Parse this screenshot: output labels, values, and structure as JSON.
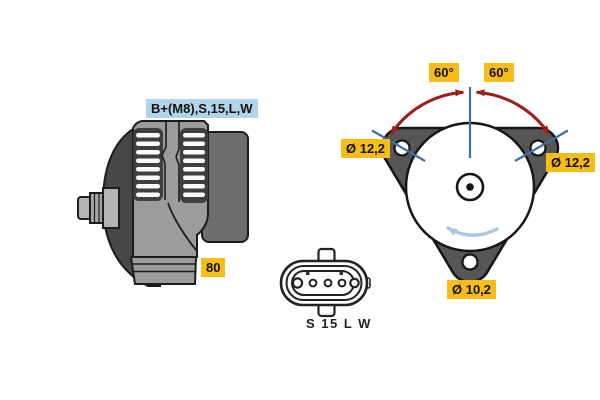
{
  "colors": {
    "background": "#ffffff",
    "highlight_yellow": "#F6BD17",
    "highlight_blue": "#B3D3E9",
    "dimension_red": "#9E1C1C",
    "dimension_blue": "#3A6FA8",
    "rotation_arrow_blue": "#A9C9E6",
    "flange_gray": "#565656",
    "body_gray": "#9c9c9c"
  },
  "side_view": {
    "connections_label": "B+(M8),S,15,L,W",
    "size_label": "80"
  },
  "connector": {
    "pins_label": "S 15 L W"
  },
  "mounting_view": {
    "angle_left": "60°",
    "angle_right": "60°",
    "hole_top_left": "Ø 12,2",
    "hole_top_right": "Ø 12,2",
    "hole_bottom": "Ø 10,2",
    "rotation_direction": "counterclockwise"
  }
}
